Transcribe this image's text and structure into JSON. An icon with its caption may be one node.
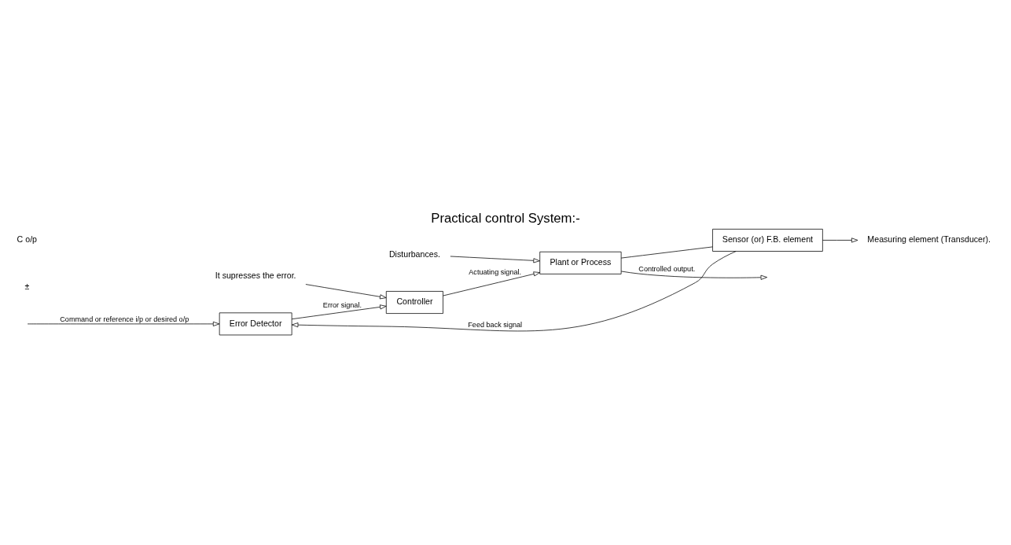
{
  "diagram": {
    "title": "Practical control System:-",
    "nodes": [
      {
        "text": [
          "Error Detector"
        ]
      },
      {
        "text": [
          "Controller"
        ]
      },
      {
        "text": [
          "Plant or Process"
        ]
      },
      {
        "text": [
          "Sensor (or) F.B. element"
        ]
      },
      {
        "text": [
          "Disturbances."
        ]
      },
      {
        "text": [
          "It supresses the error."
        ]
      },
      {
        "text": [
          "Measuring element (Transducer)."
        ]
      }
    ],
    "edges": [
      {
        "from": null,
        "to": 0,
        "arrow": "to",
        "label": "Command or reference i/p or desired o/p"
      },
      {
        "from": 0,
        "to": 1,
        "arrow": "to",
        "label": "Error signal."
      },
      {
        "from": 1,
        "to": 2,
        "arrow": "to",
        "label": "Actuating signal."
      },
      {
        "from": 4,
        "to": 2,
        "arrow": "to"
      },
      {
        "from": 5,
        "to": 1,
        "arrow": "to"
      },
      {
        "from": 2,
        "to": null,
        "arrow": "to",
        "label": "Controlled output."
      },
      {
        "from": 2,
        "to": 3,
        "arrow": "none"
      },
      {
        "from": 3,
        "to": 0,
        "arrow": "to",
        "label": "Feed back signal"
      },
      {
        "from": 3,
        "to": 6,
        "arrow": "to"
      }
    ],
    "labels": [
      "±",
      "C o/p"
    ]
  }
}
